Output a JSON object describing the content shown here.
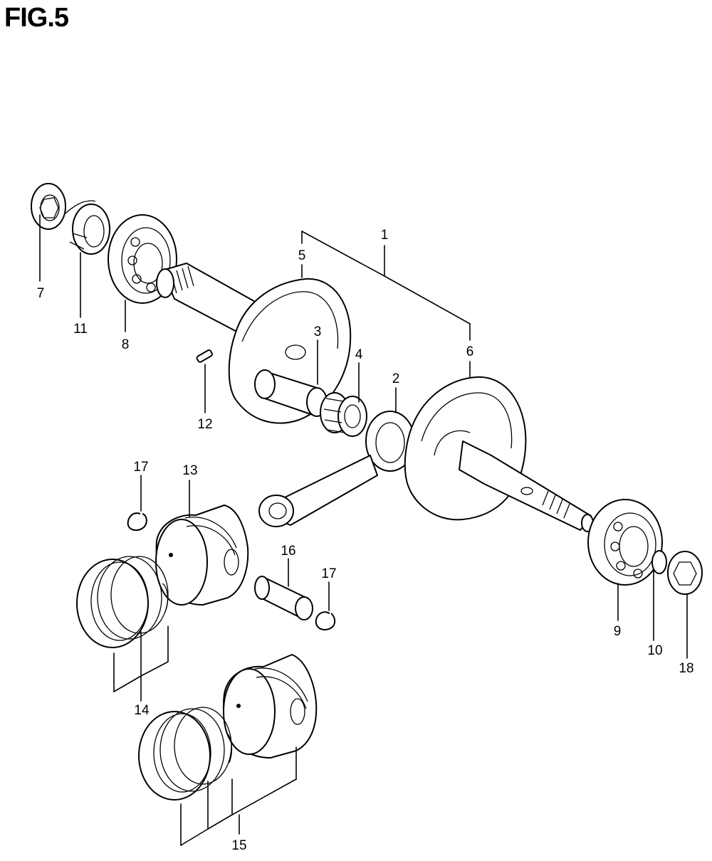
{
  "figure": {
    "title": "FIG.5",
    "callouts": [
      {
        "id": "1",
        "text": "1"
      },
      {
        "id": "2",
        "text": "2"
      },
      {
        "id": "3",
        "text": "3"
      },
      {
        "id": "4",
        "text": "4"
      },
      {
        "id": "5",
        "text": "5"
      },
      {
        "id": "6",
        "text": "6"
      },
      {
        "id": "7",
        "text": "7"
      },
      {
        "id": "8",
        "text": "8"
      },
      {
        "id": "9",
        "text": "9"
      },
      {
        "id": "10",
        "text": "10"
      },
      {
        "id": "11",
        "text": "11"
      },
      {
        "id": "12",
        "text": "12"
      },
      {
        "id": "13",
        "text": "13"
      },
      {
        "id": "14",
        "text": "14"
      },
      {
        "id": "15",
        "text": "15"
      },
      {
        "id": "16",
        "text": "16"
      },
      {
        "id": "17a",
        "text": "17"
      },
      {
        "id": "17b",
        "text": "17"
      },
      {
        "id": "18",
        "text": "18"
      }
    ]
  }
}
